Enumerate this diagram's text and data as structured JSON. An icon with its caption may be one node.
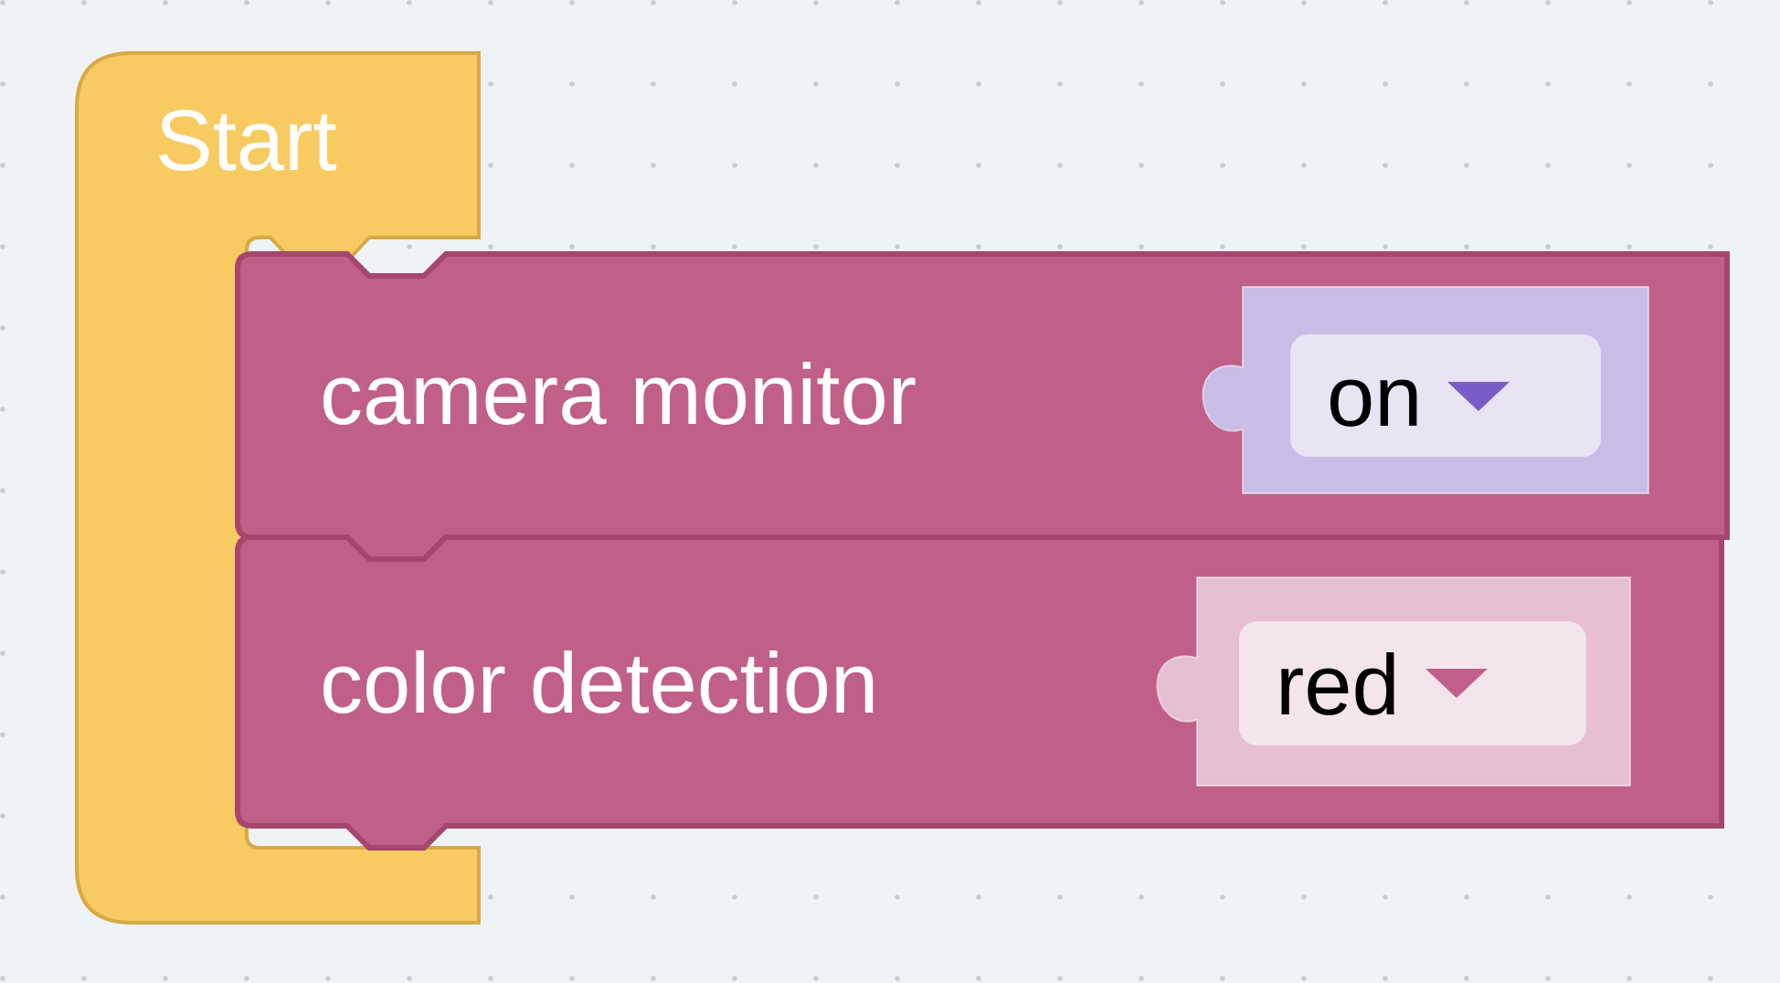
{
  "diagram": {
    "nodes": [
      {
        "text": [
          "Start"
        ]
      },
      {
        "text": [
          "camera monitor"
        ]
      },
      {
        "text": [
          "on"
        ],
        "in": 1
      },
      {
        "text": [
          "color detection"
        ]
      },
      {
        "text": [
          "red"
        ],
        "in": 3
      }
    ]
  }
}
